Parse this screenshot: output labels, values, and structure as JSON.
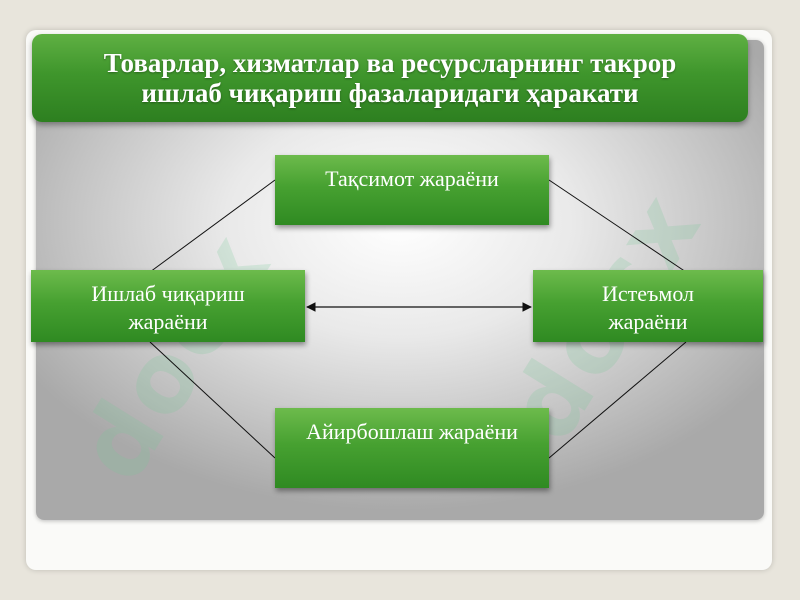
{
  "title": "Товарлар, хизматлар ва ресурсларнинг такрор\nишлаб чиқариш фазаларидаги ҳаракати",
  "nodes": {
    "distribution": "Тақсимот жараёни",
    "production": "Ишлаб чиқариш\nжараёни",
    "consumption": "Истеъмол\nжараёни",
    "exchange": "Айирбошлаш жараёни"
  },
  "colors": {
    "box_green": "#3f962c",
    "title_green": "#2d7f20",
    "text": "#ffffff"
  }
}
